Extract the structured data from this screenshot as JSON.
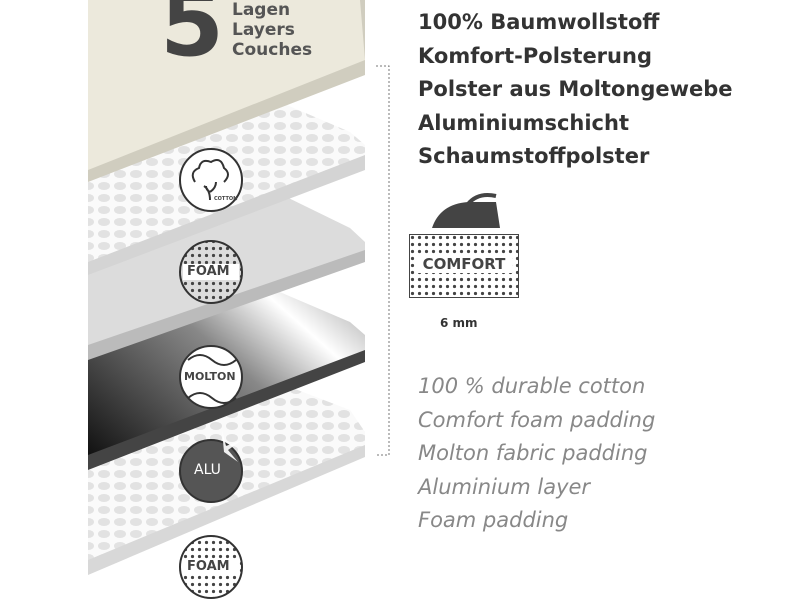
{
  "header": {
    "count": "5",
    "words": [
      "Lagen",
      "Layers",
      "Couches"
    ]
  },
  "german_features": [
    "100% Baumwollstoff",
    "Komfort-Polsterung",
    "Polster aus Moltongewebe",
    "Aluminiumschicht",
    "Schaumstoffpolster"
  ],
  "english_features": [
    "100 % durable cotton",
    "Comfort foam padding",
    "Molton fabric padding",
    "Aluminium layer",
    "Foam padding"
  ],
  "comfort": {
    "label": "COMFORT",
    "thickness": "6 mm"
  },
  "badges": {
    "cotton": "COTTON",
    "foam": "FOAM",
    "molton": "MOLTON",
    "alu": "ALU",
    "foam2": "FOAM"
  },
  "colors": {
    "text": "#333333",
    "italic": "#888888",
    "cream": "#ece9dc",
    "gray": "#d6d6d6"
  }
}
